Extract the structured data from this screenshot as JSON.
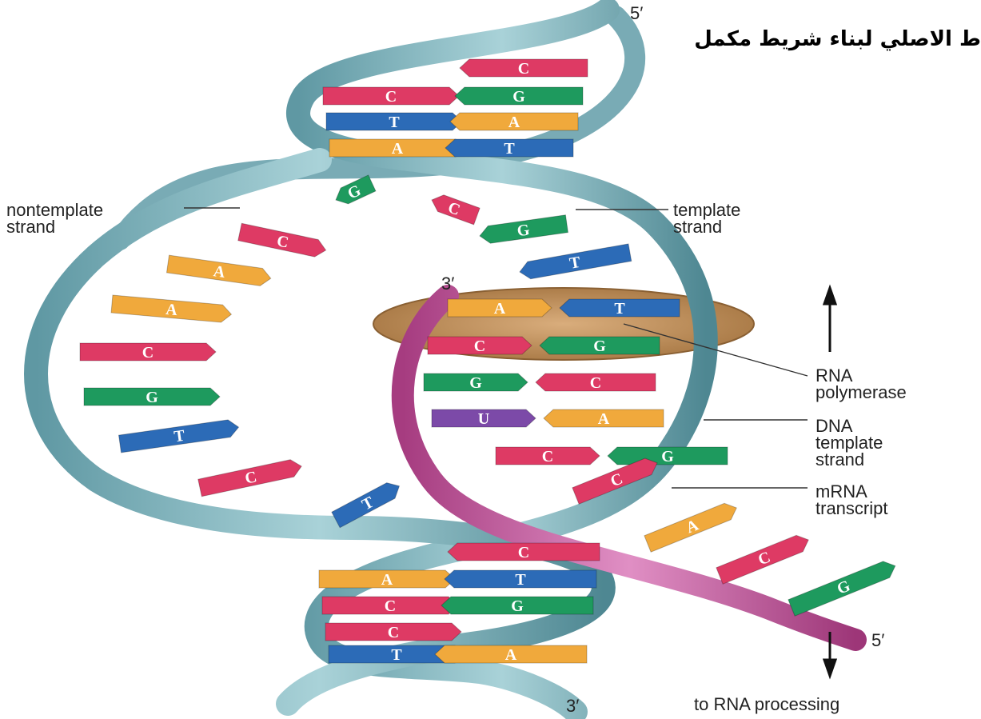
{
  "header": {
    "line1_red": "",
    "line1_black": "",
    "line2": "ط الاصلي لبناء شريط مكمل"
  },
  "labels": {
    "nontemplate_strand": "nontemplate\nstrand",
    "template_strand": "template\nstrand",
    "rna_polymerase": "RNA\npolymerase",
    "dna_template_strand": "DNA\ntemplate\nstrand",
    "mrna_transcript": "mRNA\ntranscript",
    "to_rna_processing": "to RNA processing"
  },
  "strand_ends": {
    "top_5": "5′",
    "rna_3": "3′",
    "rna_5": "5′",
    "bottom_3": "3′"
  },
  "colors": {
    "backbone": "#7fb3bd",
    "backbone_dark": "#4e8792",
    "mrna_backbone": "#c0559a",
    "polymerase": "#b98c57",
    "base_A": "#f0a93c",
    "base_T": "#2c6bb7",
    "base_C": "#de3a64",
    "base_G": "#1e9a5e",
    "base_U": "#7c4aa8"
  },
  "bases": {
    "top_pairs": [
      [
        "",
        "C"
      ],
      [
        "C",
        "G"
      ],
      [
        "T",
        "A"
      ],
      [
        "A",
        "T"
      ]
    ],
    "open_nontemplate": [
      "G",
      "C",
      "A",
      "A",
      "C",
      "G",
      "T",
      "C",
      "T"
    ],
    "open_template": [
      "C",
      "G",
      "T"
    ],
    "bubble_pairs": [
      [
        "A",
        "T"
      ],
      [
        "C",
        "G"
      ],
      [
        "G",
        "C"
      ],
      [
        "U",
        "A"
      ],
      [
        "C",
        "G"
      ]
    ],
    "mrna_tail": [
      "C",
      "A",
      "C",
      "G"
    ],
    "bottom_pairs": [
      [
        "",
        "C"
      ],
      [
        "A",
        "T"
      ],
      [
        "C",
        "G"
      ],
      [
        "C",
        ""
      ],
      [
        "T",
        "A"
      ]
    ]
  }
}
